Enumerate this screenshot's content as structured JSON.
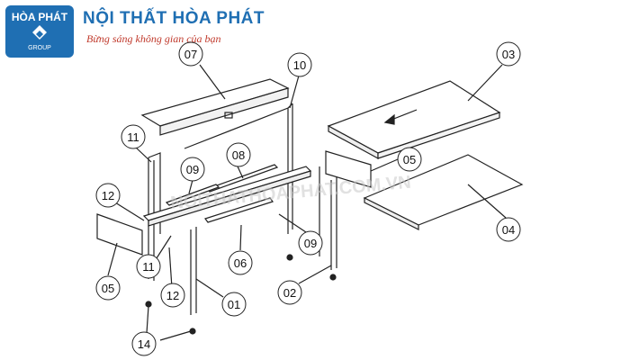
{
  "brand": {
    "logo_text": "HÒA PHÁT",
    "logo_sub": "GROUP",
    "title": "NỘI THẤT HÒA PHÁT",
    "slogan": "Bừng sáng không gian của bạn",
    "colors": {
      "primary": "#1f6fb3",
      "accent": "#c0392b"
    }
  },
  "watermark": "NOITHATHOAPHAT.COM.VN",
  "callouts": [
    {
      "label": "07"
    },
    {
      "label": "10"
    },
    {
      "label": "03"
    },
    {
      "label": "11"
    },
    {
      "label": "09"
    },
    {
      "label": "08"
    },
    {
      "label": "05"
    },
    {
      "label": "12"
    },
    {
      "label": "04"
    },
    {
      "label": "09"
    },
    {
      "label": "11"
    },
    {
      "label": "06"
    },
    {
      "label": "02"
    },
    {
      "label": "05"
    },
    {
      "label": "12"
    },
    {
      "label": "01"
    },
    {
      "label": "14"
    }
  ]
}
